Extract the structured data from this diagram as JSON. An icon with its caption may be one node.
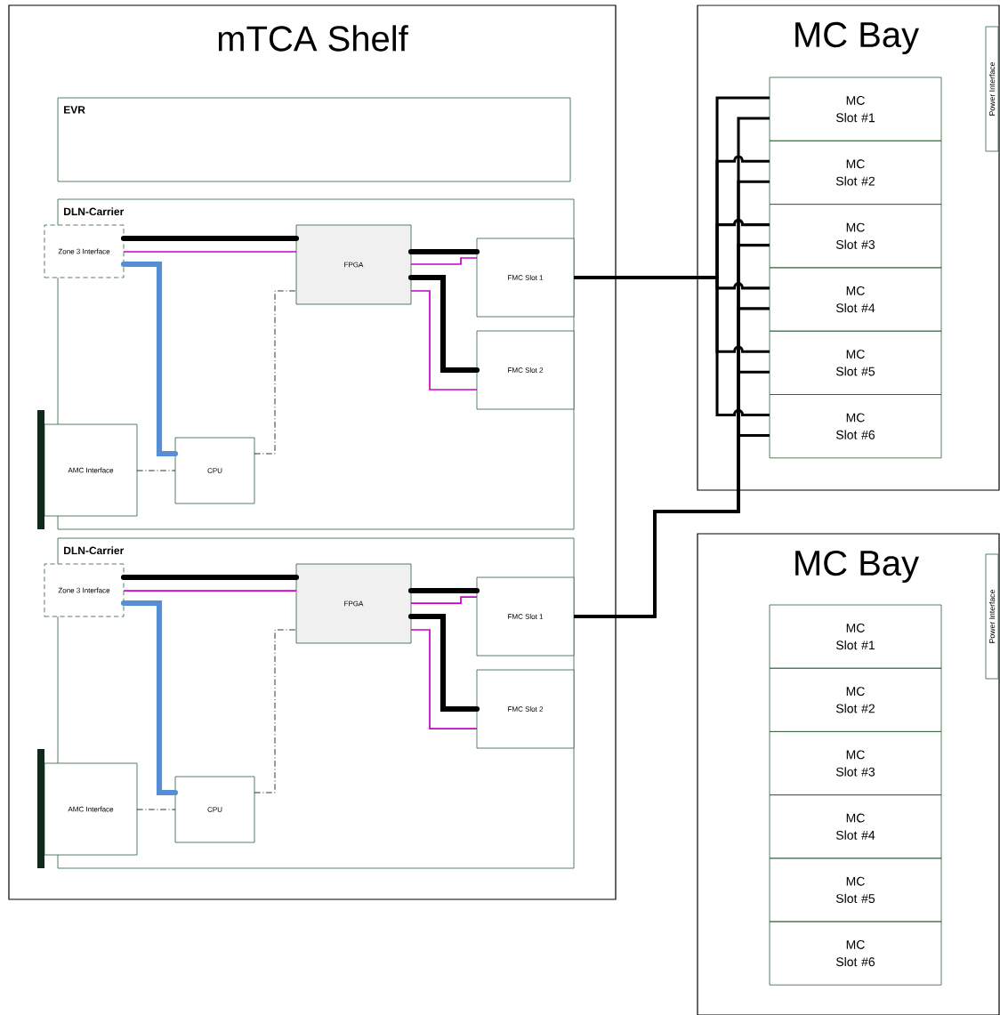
{
  "diagram": {
    "nodes": [
      {
        "text": [
          "mTCA Shelf"
        ]
      },
      {
        "text": [
          "EVR"
        ],
        "in": 0
      },
      {
        "text": [
          "DLN-Carrier"
        ],
        "in": 0
      },
      {
        "text": [
          "Zone 3 Interface"
        ],
        "in": 2
      },
      {
        "text": [
          "FPGA"
        ],
        "in": 2
      },
      {
        "text": [
          "FMC Slot 1"
        ],
        "in": 2
      },
      {
        "text": [
          "FMC Slot 2"
        ],
        "in": 2
      },
      {
        "text": [
          "AMC Interface"
        ],
        "in": 2
      },
      {
        "text": [
          "CPU"
        ],
        "in": 2
      },
      {
        "text": [
          "DLN-Carrier"
        ],
        "in": 0
      },
      {
        "text": [
          "Zone 3 Interface"
        ],
        "in": 9
      },
      {
        "text": [
          "FPGA"
        ],
        "in": 9
      },
      {
        "text": [
          "FMC Slot 1"
        ],
        "in": 9
      },
      {
        "text": [
          "FMC Slot 2"
        ],
        "in": 9
      },
      {
        "text": [
          "AMC Interface"
        ],
        "in": 9
      },
      {
        "text": [
          "CPU"
        ],
        "in": 9
      },
      {
        "text": [
          "MC Bay"
        ]
      },
      {
        "text": [
          "MC Slot #1"
        ],
        "in": 16
      },
      {
        "text": [
          "MC Slot #2"
        ],
        "in": 16
      },
      {
        "text": [
          "MC Slot #3"
        ],
        "in": 16
      },
      {
        "text": [
          "MC Slot #4"
        ],
        "in": 16
      },
      {
        "text": [
          "MC Slot #5"
        ],
        "in": 16
      },
      {
        "text": [
          "MC Slot #6"
        ],
        "in": 16
      },
      {
        "text": [
          "Power Interface"
        ],
        "in": 16
      },
      {
        "text": [
          "MC Bay"
        ]
      },
      {
        "text": [
          "MC Slot #1"
        ],
        "in": 24
      },
      {
        "text": [
          "MC Slot #2"
        ],
        "in": 24
      },
      {
        "text": [
          "MC Slot #3"
        ],
        "in": 24
      },
      {
        "text": [
          "MC Slot #4"
        ],
        "in": 24
      },
      {
        "text": [
          "MC Slot #5"
        ],
        "in": 24
      },
      {
        "text": [
          "MC Slot #6"
        ],
        "in": 24
      },
      {
        "text": [
          "Power Interface"
        ],
        "in": 24
      }
    ],
    "edges": [
      {
        "from": 3,
        "to": 4,
        "arrow": "none",
        "style": "thick"
      },
      {
        "from": 3,
        "to": 4,
        "arrow": "none",
        "color": "#cc00cc"
      },
      {
        "from": 3,
        "to": 8,
        "arrow": "none",
        "style": "thick",
        "color": "#558ed5"
      },
      {
        "from": 4,
        "to": 5,
        "arrow": "none",
        "style": "thick"
      },
      {
        "from": 4,
        "to": 5,
        "arrow": "none",
        "color": "#cc00cc"
      },
      {
        "from": 4,
        "to": 6,
        "arrow": "none",
        "style": "thick"
      },
      {
        "from": 4,
        "to": 6,
        "arrow": "none",
        "color": "#cc00cc"
      },
      {
        "from": 7,
        "to": 8,
        "arrow": "none",
        "style": "dashed"
      },
      {
        "from": 8,
        "to": 4,
        "arrow": "none",
        "style": "dashed"
      },
      {
        "from": 10,
        "to": 11,
        "arrow": "none",
        "style": "thick"
      },
      {
        "from": 10,
        "to": 11,
        "arrow": "none",
        "color": "#cc00cc"
      },
      {
        "from": 10,
        "to": 15,
        "arrow": "none",
        "style": "thick",
        "color": "#558ed5"
      },
      {
        "from": 11,
        "to": 12,
        "arrow": "none",
        "style": "thick"
      },
      {
        "from": 11,
        "to": 12,
        "arrow": "none",
        "color": "#cc00cc"
      },
      {
        "from": 11,
        "to": 13,
        "arrow": "none",
        "style": "thick"
      },
      {
        "from": 11,
        "to": 13,
        "arrow": "none",
        "color": "#cc00cc"
      },
      {
        "from": 14,
        "to": 15,
        "arrow": "none",
        "style": "dashed"
      },
      {
        "from": 15,
        "to": 11,
        "arrow": "none",
        "style": "dashed"
      },
      {
        "from": 5,
        "to": 17,
        "arrow": "none"
      },
      {
        "from": 5,
        "to": 18,
        "arrow": "none"
      },
      {
        "from": 5,
        "to": 19,
        "arrow": "none"
      },
      {
        "from": 5,
        "to": 20,
        "arrow": "none"
      },
      {
        "from": 5,
        "to": 21,
        "arrow": "none"
      },
      {
        "from": 5,
        "to": 22,
        "arrow": "none"
      },
      {
        "from": 12,
        "to": 17,
        "arrow": "none"
      },
      {
        "from": 12,
        "to": 18,
        "arrow": "none"
      },
      {
        "from": 12,
        "to": 19,
        "arrow": "none"
      },
      {
        "from": 12,
        "to": 20,
        "arrow": "none"
      },
      {
        "from": 12,
        "to": 21,
        "arrow": "none"
      },
      {
        "from": 12,
        "to": 22,
        "arrow": "none"
      }
    ]
  }
}
